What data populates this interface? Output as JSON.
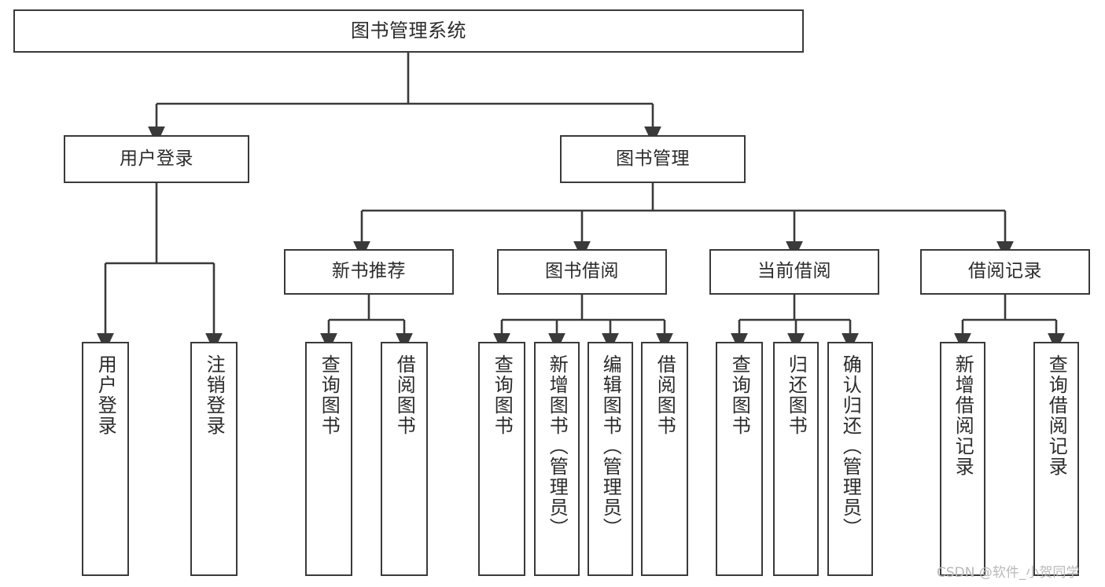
{
  "diagram": {
    "type": "tree",
    "title": "图书管理系统",
    "orientation": "top-down",
    "colors": {
      "node_border": "#3a3a3a",
      "node_fill": "#ffffff",
      "edge": "#3a3a3a",
      "text": "#2b2b2b",
      "watermark": "#b9b9b9",
      "background": "#ffffff"
    },
    "root": {
      "label": "图书管理系统",
      "text_orientation": "horizontal"
    },
    "level2": [
      {
        "label": "用户登录",
        "text_orientation": "horizontal"
      },
      {
        "label": "图书管理",
        "text_orientation": "horizontal"
      }
    ],
    "level3": [
      {
        "label": "新书推荐",
        "text_orientation": "horizontal"
      },
      {
        "label": "图书借阅",
        "text_orientation": "horizontal"
      },
      {
        "label": "当前借阅",
        "text_orientation": "horizontal"
      },
      {
        "label": "借阅记录",
        "text_orientation": "horizontal"
      }
    ],
    "leaves": [
      {
        "label": "用户登录",
        "parent": "用户登录",
        "text_orientation": "vertical"
      },
      {
        "label": "注销登录",
        "parent": "用户登录",
        "text_orientation": "vertical"
      },
      {
        "label": "查询图书",
        "parent": "新书推荐",
        "text_orientation": "vertical"
      },
      {
        "label": "借阅图书",
        "parent": "新书推荐",
        "text_orientation": "vertical"
      },
      {
        "label": "查询图书",
        "parent": "图书借阅",
        "text_orientation": "vertical"
      },
      {
        "label": "新增图书（管理员）",
        "parent": "图书借阅",
        "text_orientation": "vertical"
      },
      {
        "label": "编辑图书（管理员）",
        "parent": "图书借阅",
        "text_orientation": "vertical"
      },
      {
        "label": "借阅图书",
        "parent": "图书借阅",
        "text_orientation": "vertical"
      },
      {
        "label": "查询图书",
        "parent": "当前借阅",
        "text_orientation": "vertical"
      },
      {
        "label": "归还图书",
        "parent": "当前借阅",
        "text_orientation": "vertical"
      },
      {
        "label": "确认归还（管理员）",
        "parent": "当前借阅",
        "text_orientation": "vertical"
      },
      {
        "label": "新增借阅记录",
        "parent": "借阅记录",
        "text_orientation": "vertical"
      },
      {
        "label": "查询借阅记录",
        "parent": "借阅记录",
        "text_orientation": "vertical"
      }
    ]
  },
  "watermark": {
    "text": "CSDN @软件_小贺同学"
  }
}
